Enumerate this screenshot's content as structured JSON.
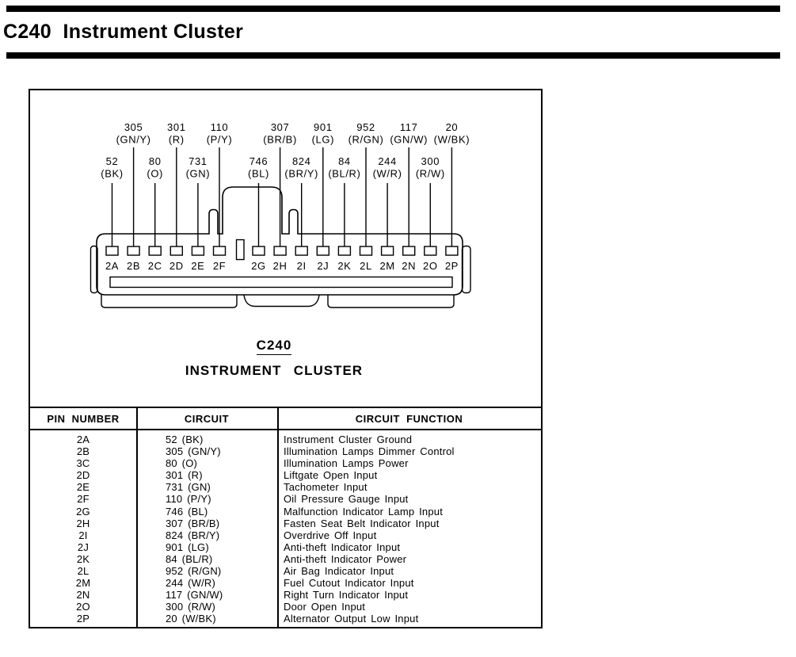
{
  "page": {
    "title": "C240  Instrument Cluster"
  },
  "connector": {
    "id_label": "C240",
    "name_label": "INSTRUMENT  CLUSTER",
    "wires": [
      {
        "pin": "2A",
        "circuit": "52",
        "color": "(BK)",
        "row": "lower"
      },
      {
        "pin": "2B",
        "circuit": "305",
        "color": "(GN/Y)",
        "row": "upper"
      },
      {
        "pin": "2C",
        "circuit": "80",
        "color": "(O)",
        "row": "lower"
      },
      {
        "pin": "2D",
        "circuit": "301",
        "color": "(R)",
        "row": "upper"
      },
      {
        "pin": "2E",
        "circuit": "731",
        "color": "(GN)",
        "row": "lower"
      },
      {
        "pin": "2F",
        "circuit": "110",
        "color": "(P/Y)",
        "row": "upper"
      },
      {
        "pin": "2G",
        "circuit": "746",
        "color": "(BL)",
        "row": "lower"
      },
      {
        "pin": "2H",
        "circuit": "307",
        "color": "(BR/B)",
        "row": "upper"
      },
      {
        "pin": "2I",
        "circuit": "824",
        "color": "(BR/Y)",
        "row": "lower"
      },
      {
        "pin": "2J",
        "circuit": "901",
        "color": "(LG)",
        "row": "upper"
      },
      {
        "pin": "2K",
        "circuit": "84",
        "color": "(BL/R)",
        "row": "lower"
      },
      {
        "pin": "2L",
        "circuit": "952",
        "color": "(R/GN)",
        "row": "upper"
      },
      {
        "pin": "2M",
        "circuit": "244",
        "color": "(W/R)",
        "row": "lower"
      },
      {
        "pin": "2N",
        "circuit": "117",
        "color": "(GN/W)",
        "row": "upper"
      },
      {
        "pin": "2O",
        "circuit": "300",
        "color": "(R/W)",
        "row": "lower"
      },
      {
        "pin": "2P",
        "circuit": "20",
        "color": "(W/BK)",
        "row": "upper"
      }
    ]
  },
  "table": {
    "headers": [
      "PIN NUMBER",
      "CIRCUIT",
      "CIRCUIT  FUNCTION"
    ],
    "rows": [
      [
        "2A",
        "52 (BK)",
        "Instrument Cluster Ground"
      ],
      [
        "2B",
        "305 (GN/Y)",
        "Illumination Lamps Dimmer Control"
      ],
      [
        "3C",
        "80 (O)",
        "Illumination Lamps Power"
      ],
      [
        "2D",
        "301 (R)",
        "Liftgate Open Input"
      ],
      [
        "2E",
        "731 (GN)",
        "Tachometer Input"
      ],
      [
        "2F",
        "110 (P/Y)",
        "Oil Pressure Gauge Input"
      ],
      [
        "2G",
        "746 (BL)",
        "Malfunction Indicator Lamp Input"
      ],
      [
        "2H",
        "307 (BR/B)",
        "Fasten Seat Belt Indicator Input"
      ],
      [
        "2I",
        "824 (BR/Y)",
        "Overdrive Off Input"
      ],
      [
        "2J",
        "901 (LG)",
        "Anti-theft Indicator Input"
      ],
      [
        "2K",
        "84 (BL/R)",
        "Anti-theft Indicator Power"
      ],
      [
        "2L",
        "952 (R/GN)",
        "Air Bag Indicator Input"
      ],
      [
        "2M",
        "244 (W/R)",
        "Fuel Cutout Indicator Input"
      ],
      [
        "2N",
        "117 (GN/W)",
        "Right Turn Indicator Input"
      ],
      [
        "2O",
        "300 (R/W)",
        "Door Open Input"
      ],
      [
        "2P",
        "20 (W/BK)",
        "Alternator Output Low Input"
      ]
    ]
  },
  "colors": {
    "ink": "#000000",
    "paper": "#ffffff"
  }
}
